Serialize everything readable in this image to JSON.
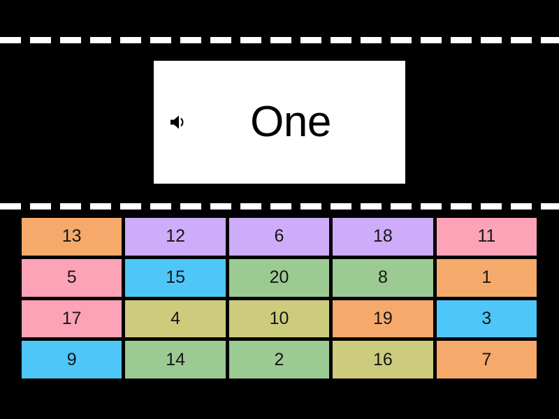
{
  "game": {
    "type": "find-the-match",
    "background_color": "#000000"
  },
  "dividers": {
    "top": {
      "style": "dashed",
      "color": "#ffffff"
    },
    "middle": {
      "style": "dashed",
      "color": "#ffffff"
    }
  },
  "prompt": {
    "text": "One",
    "audio_icon": "speaker-icon",
    "card_background": "#ffffff",
    "text_color": "#000000"
  },
  "tile_palette": {
    "orange": "#f5a96b",
    "purple": "#ceacf9",
    "pink": "#fda3b8",
    "cyan": "#4ec7f8",
    "green": "#9cca93",
    "khaki": "#cdcc7d"
  },
  "grid": {
    "columns": 5,
    "rows": 4,
    "tiles": [
      {
        "label": "13",
        "color": "#f5a96b"
      },
      {
        "label": "12",
        "color": "#ceacf9"
      },
      {
        "label": "6",
        "color": "#ceacf9"
      },
      {
        "label": "18",
        "color": "#ceacf9"
      },
      {
        "label": "11",
        "color": "#fda3b8"
      },
      {
        "label": "5",
        "color": "#fda3b8"
      },
      {
        "label": "15",
        "color": "#4ec7f8"
      },
      {
        "label": "20",
        "color": "#9cca93"
      },
      {
        "label": "8",
        "color": "#9cca93"
      },
      {
        "label": "1",
        "color": "#f5a96b"
      },
      {
        "label": "17",
        "color": "#fda3b8"
      },
      {
        "label": "4",
        "color": "#cdcc7d"
      },
      {
        "label": "10",
        "color": "#cdcc7d"
      },
      {
        "label": "19",
        "color": "#f5a96b"
      },
      {
        "label": "3",
        "color": "#4ec7f8"
      },
      {
        "label": "9",
        "color": "#4ec7f8"
      },
      {
        "label": "14",
        "color": "#9cca93"
      },
      {
        "label": "2",
        "color": "#9cca93"
      },
      {
        "label": "16",
        "color": "#cdcc7d"
      },
      {
        "label": "7",
        "color": "#f5a96b"
      }
    ]
  }
}
